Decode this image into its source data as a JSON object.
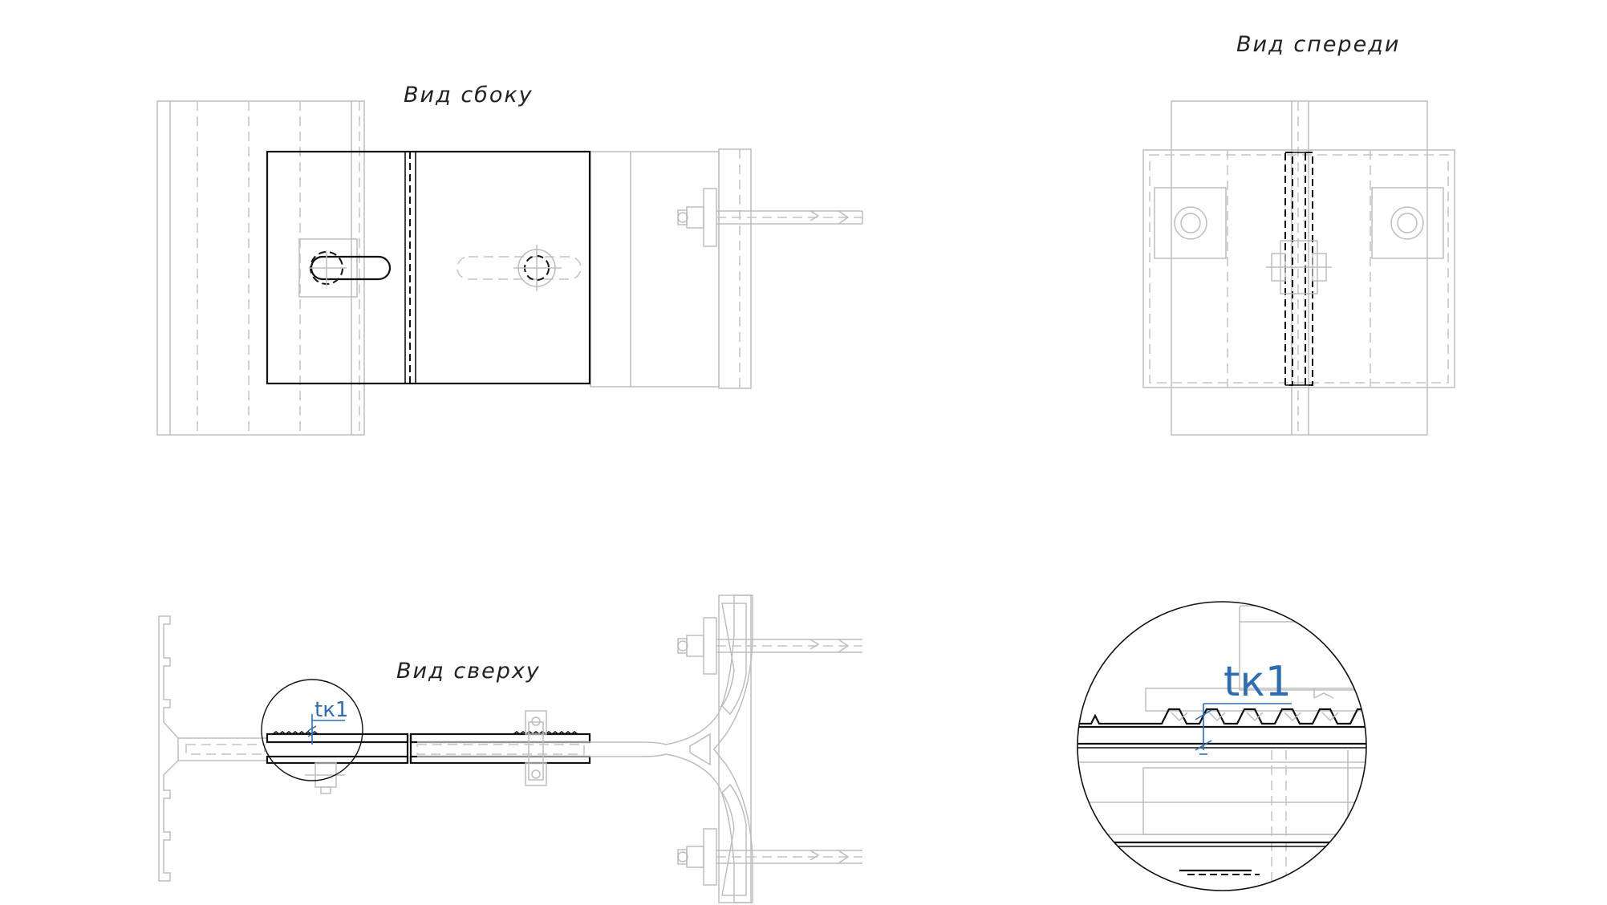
{
  "views": {
    "side_title": "Вид сбоку",
    "front_title": "Вид спереди",
    "top_title": "Вид сверху"
  },
  "annotations": {
    "thickness_label": "tк1",
    "thickness_label_detail": "tк1"
  },
  "colors": {
    "line_main": "#111111",
    "line_secondary": "#bdbdbd",
    "dimension": "#2f6db3"
  }
}
